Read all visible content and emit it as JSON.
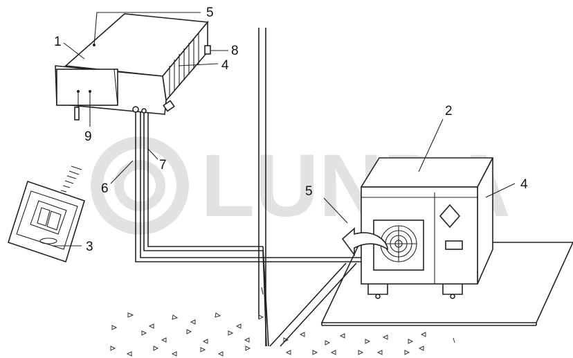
{
  "diagram": {
    "watermark": "LUNDA",
    "callouts": {
      "c1": "1",
      "c2": "2",
      "c3": "3",
      "c4_indoor": "4",
      "c4_outdoor": "4",
      "c5_top": "5",
      "c5_outdoor": "5",
      "c6": "6",
      "c7": "7",
      "c8": "8",
      "c9": "9"
    }
  }
}
